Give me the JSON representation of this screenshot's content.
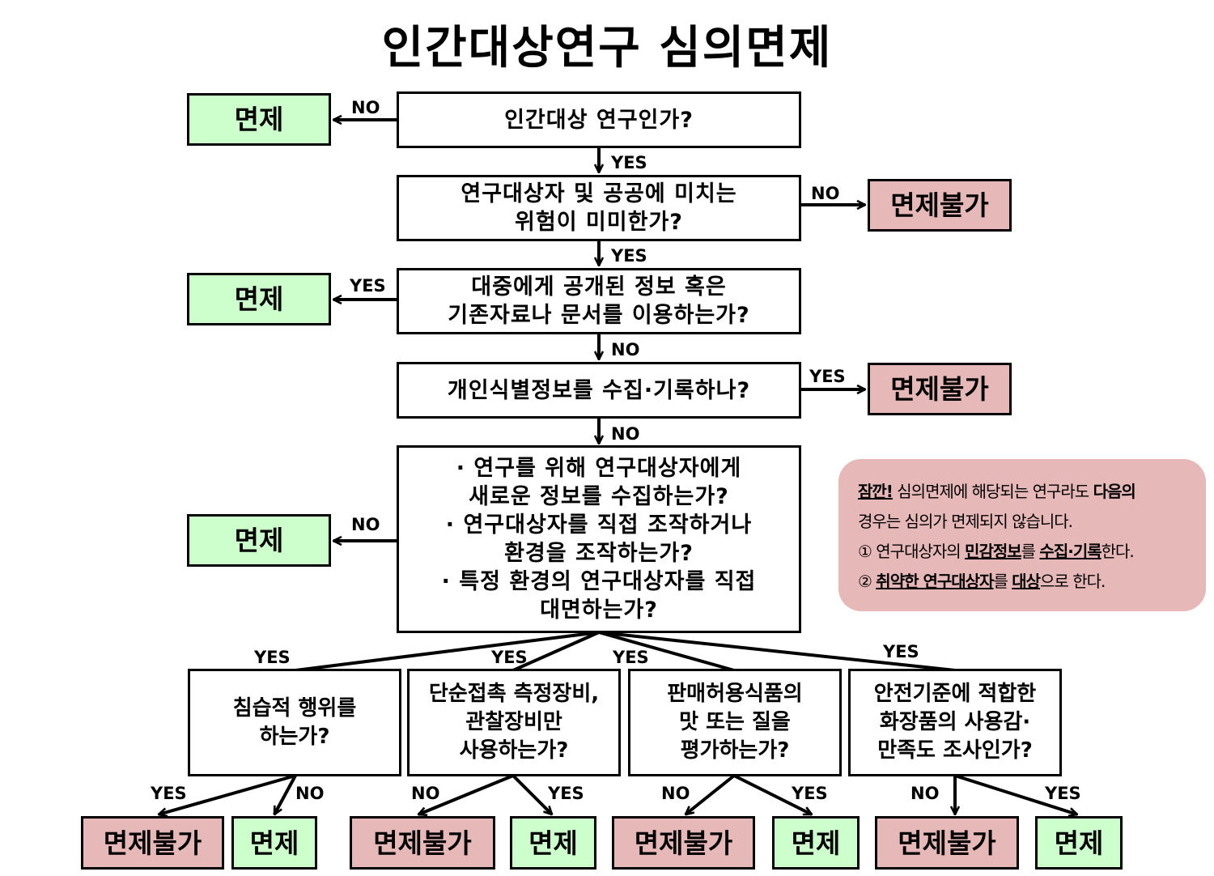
{
  "title": "인간대상연구 심의면제",
  "questions": {
    "q1": [
      "인간대상 연구인가?"
    ],
    "q2": [
      "연구대상자 및 공공에 미치는",
      "위험이 미미한가?"
    ],
    "q3": [
      "대중에게 공개된 정보 혹은",
      "기존자료나 문서를 이용하는가?"
    ],
    "q4": [
      "개인식별정보를 수집·기록하나?"
    ],
    "q5": [
      "· 연구를 위해 연구대상자에게",
      "새로운 정보를 수집하는가?",
      "· 연구대상자를 직접 조작하거나",
      "환경을 조작하는가?",
      "· 특정 환경의 연구대상자를 직접",
      "대면하는가?"
    ],
    "q6": [
      "침습적 행위를",
      "하는가?"
    ],
    "q7": [
      "단순접촉 측정장비,",
      "관찰장비만",
      "사용하는가?"
    ],
    "q8": [
      "판매허용식품의",
      "맛 또는 질을",
      "평가하는가?"
    ],
    "q9": [
      "안전기준에 적합한",
      "화장품의 사용감·",
      "만족도 조사인가?"
    ]
  },
  "outcomes": {
    "exempt": "면제",
    "not_exempt": "면제불가"
  },
  "labels": {
    "yes": "YES",
    "no": "NO"
  },
  "note": {
    "line1": {
      "warn": "잠깐!",
      "text": " 심의면제에 해당되는 연구라도 ",
      "bold": "다음의"
    },
    "line2": "경우는 심의가 면제되지 않습니다.",
    "line3": {
      "num": "① 연구대상자의 ",
      "u1": "민감정보",
      "mid": "를 ",
      "u2": "수집·기록",
      "end": "한다."
    },
    "line4": {
      "num": "② ",
      "u1": "취약한 연구대상자",
      "mid": "를 ",
      "u2": "대상",
      "end": "으로 한다."
    }
  },
  "colors": {
    "exempt_fill": "#ccffcc",
    "not_exempt_fill": "#e6b8b7",
    "note_fill": "#e6b8b7",
    "line": "#000000"
  }
}
